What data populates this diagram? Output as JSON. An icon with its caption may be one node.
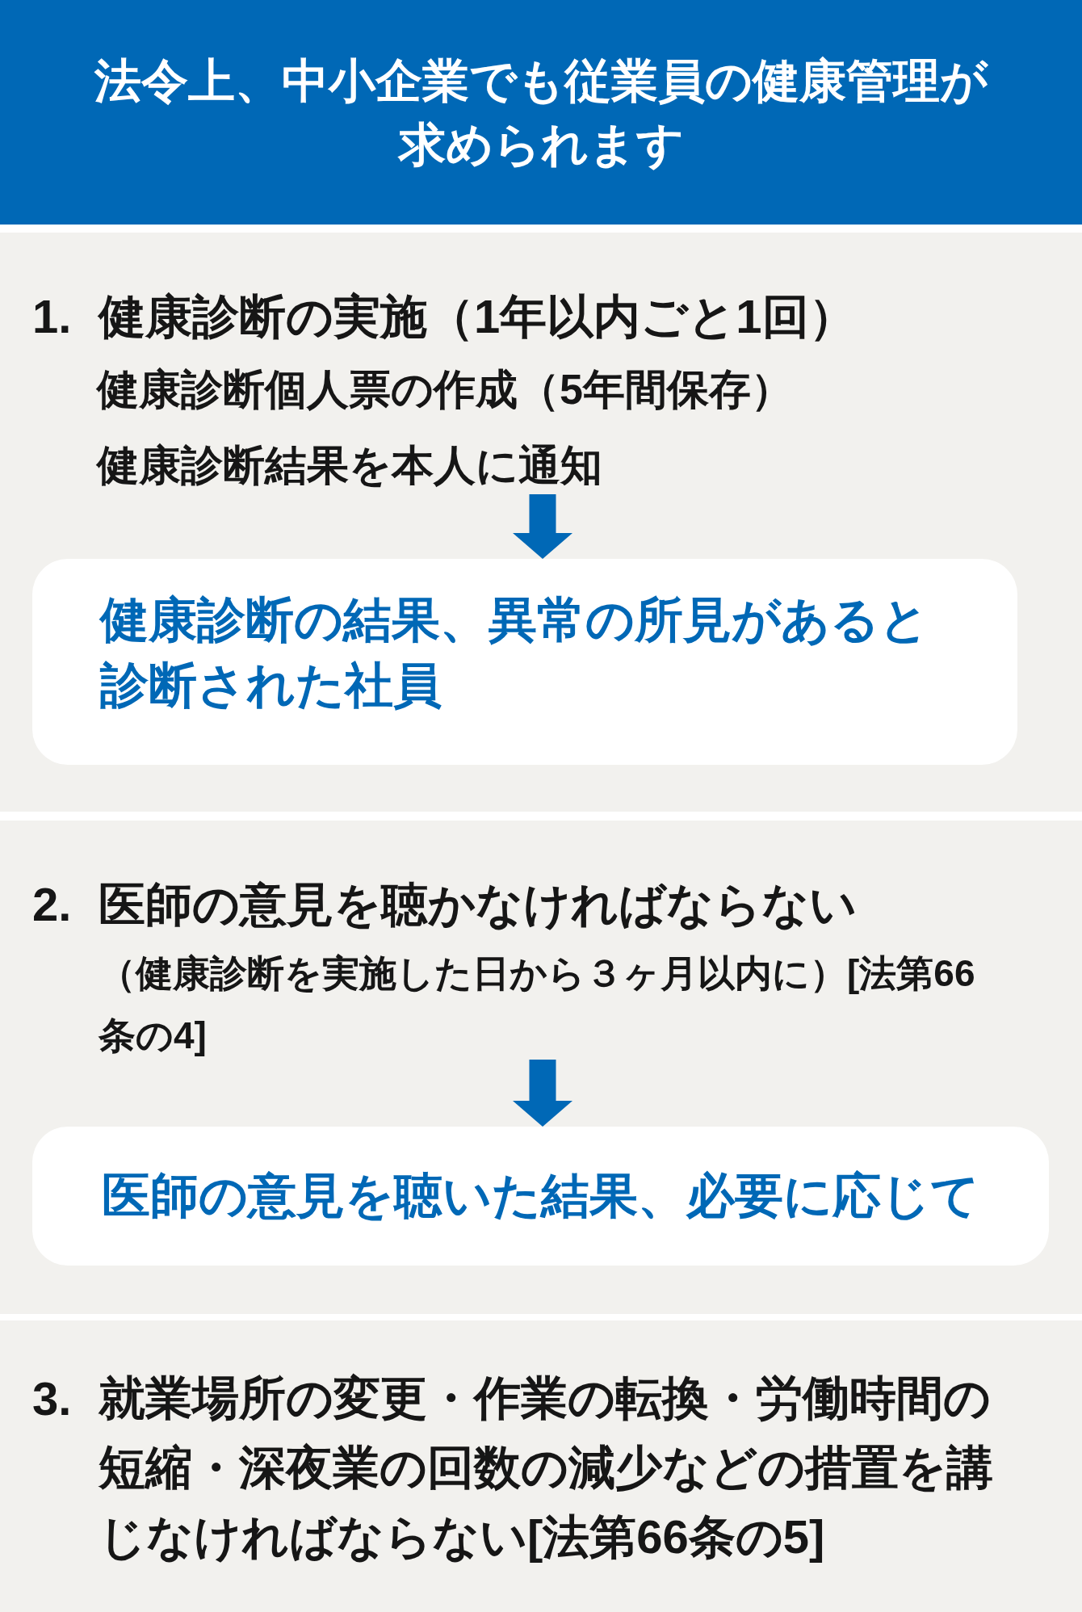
{
  "diagram": {
    "title": "法令上、中小企業でも従業員の健康管理が求められます",
    "nodes": [
      {
        "text": [
          "1.",
          "健康診断の実施（1年以内ごと1回）",
          "健康診断個人票の作成（5年間保存）",
          "健康診断結果を本人に通知"
        ]
      },
      {
        "text": [
          "健康診断の結果、異常の所見があると診断された社員"
        ],
        "in": 0
      },
      {
        "text": [
          "2.",
          "医師の意見を聴かなければならない",
          "（健康診断を実施した日から３ヶ月以内に）[法第66条の4]"
        ]
      },
      {
        "text": [
          "医師の意見を聴いた結果、必要に応じて"
        ],
        "in": 2
      },
      {
        "text": [
          "3.",
          "就業場所の変更・作業の転換・労働時間の短縮・深夜業の回数の減少などの措置を講じなければならない[法第66条の5]"
        ]
      }
    ],
    "edges": [
      {
        "from": null,
        "to": 1,
        "arrow": "to"
      },
      {
        "from": null,
        "to": 3,
        "arrow": "to"
      }
    ]
  }
}
